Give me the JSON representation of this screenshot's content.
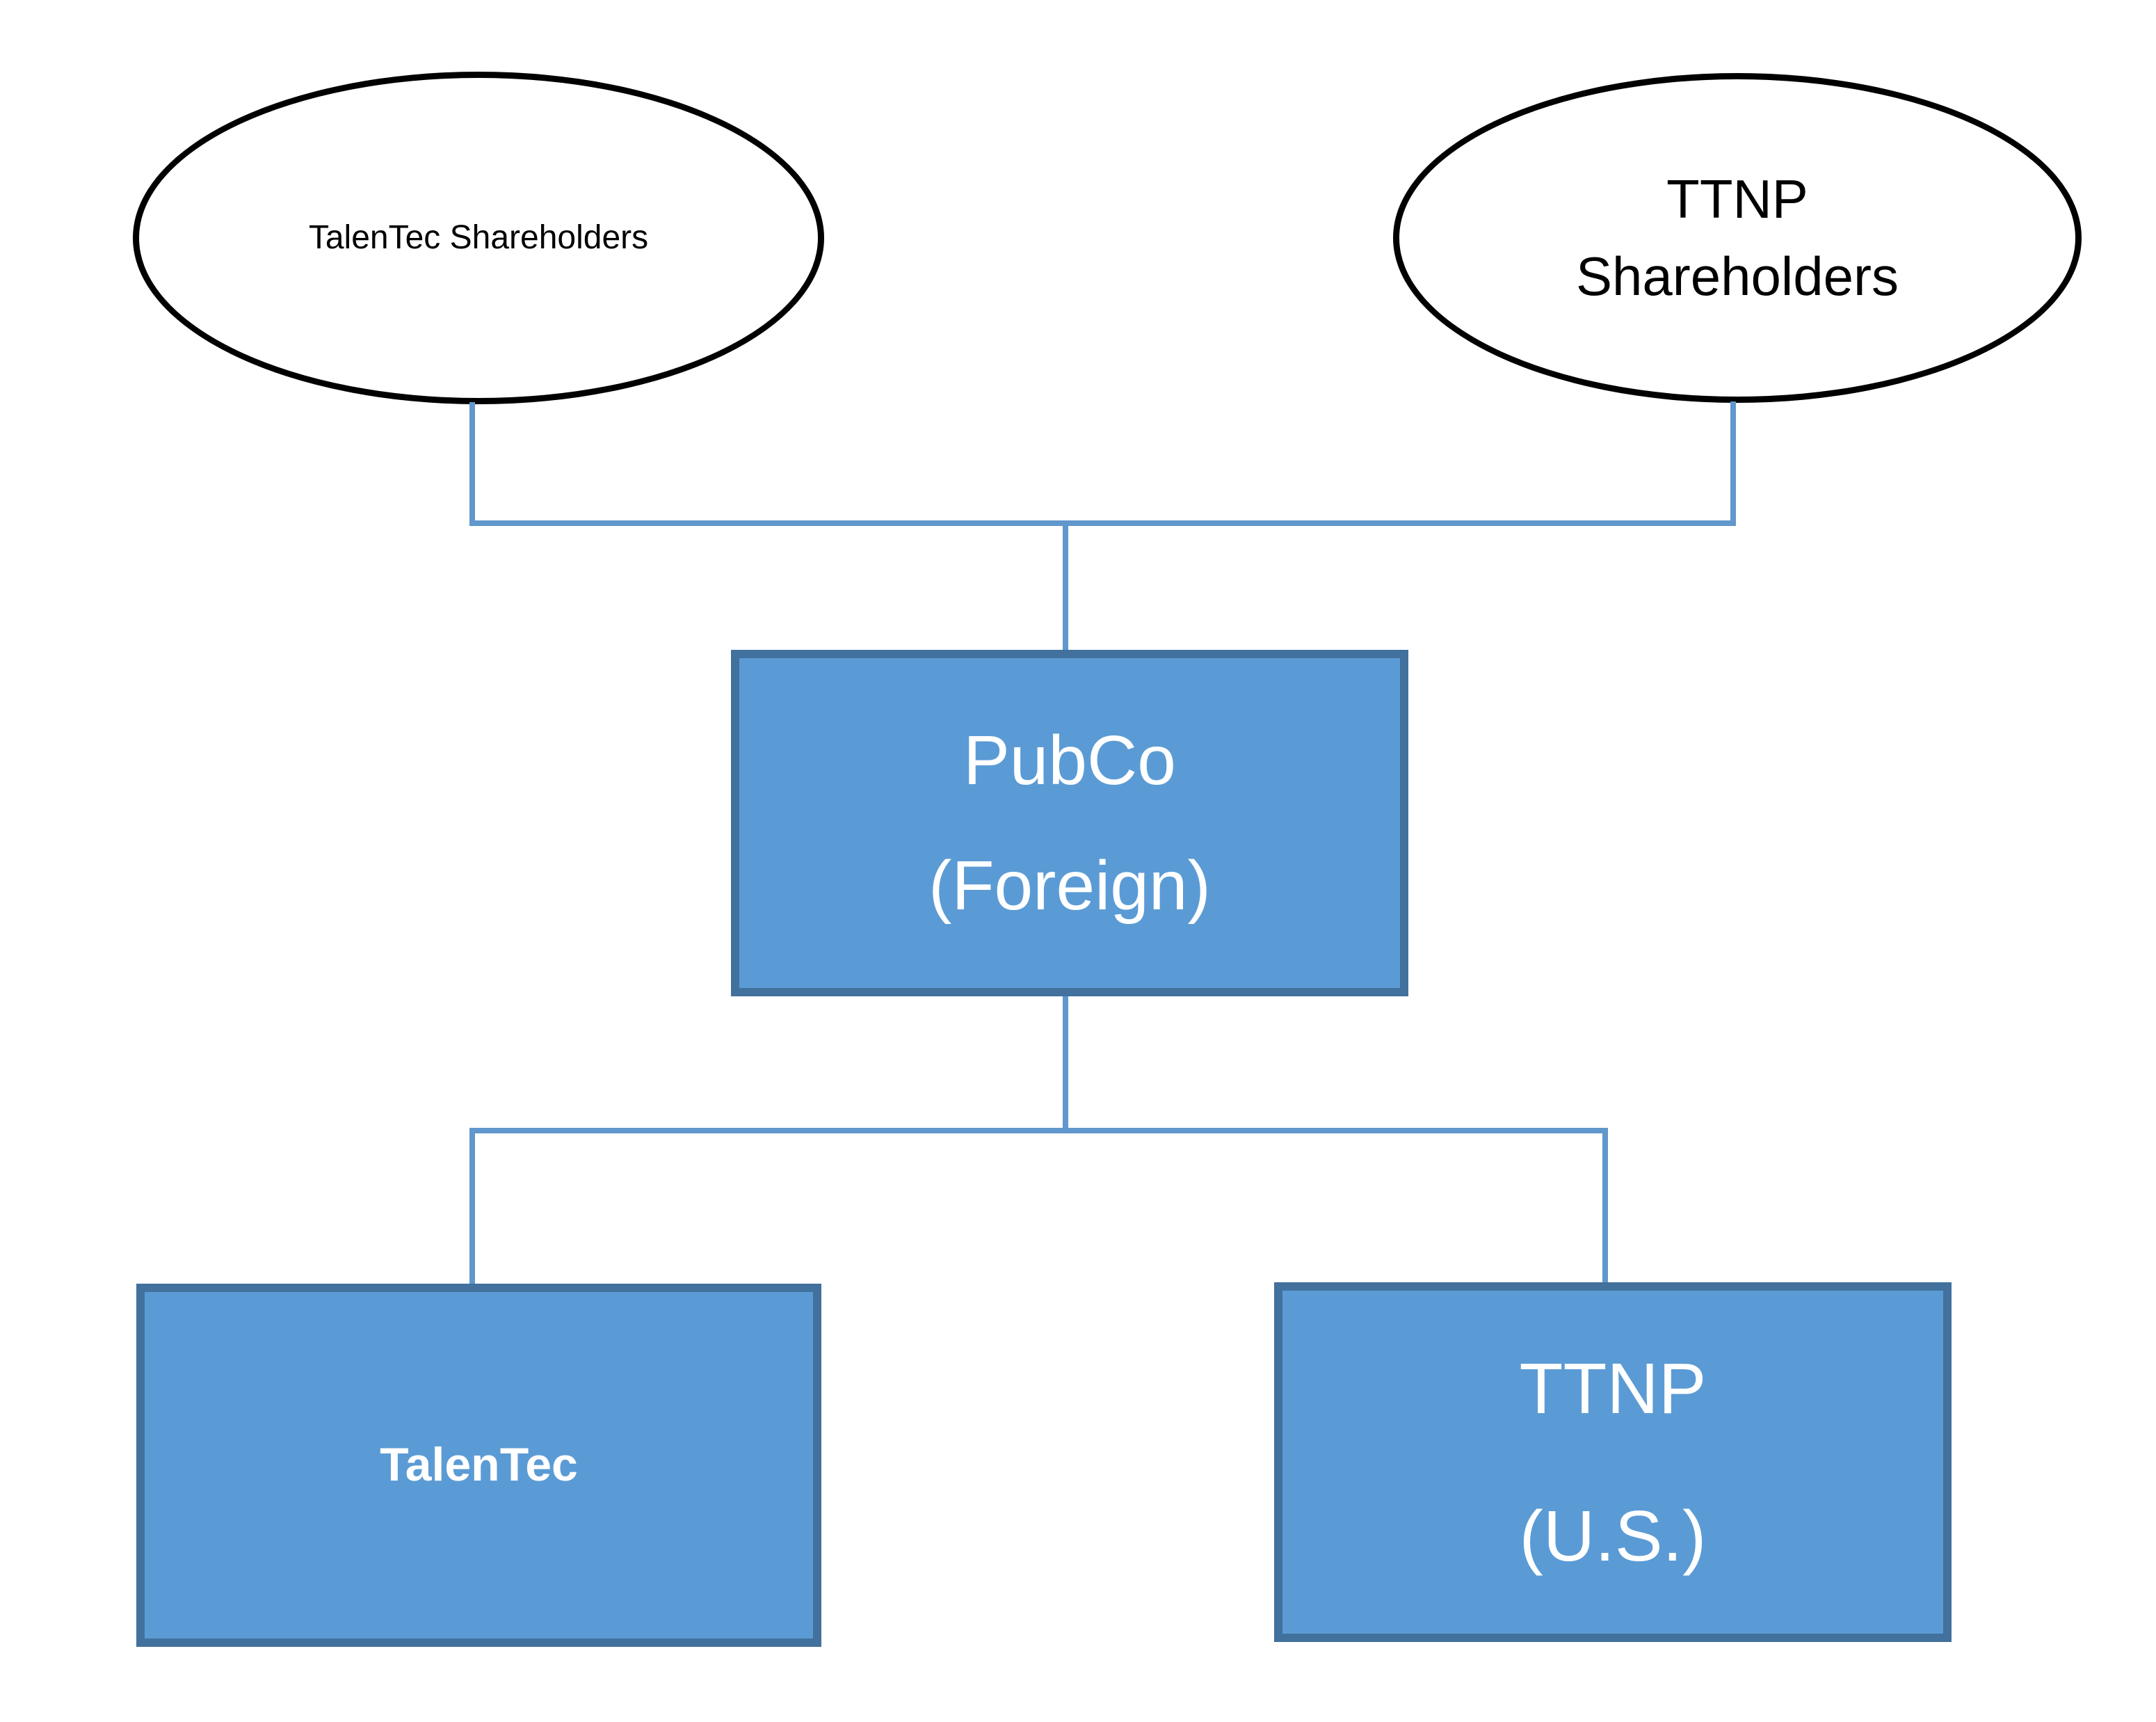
{
  "nodes": {
    "talentec_shareholders": {
      "shape": "ellipse",
      "label": "TalenTec Shareholders"
    },
    "ttnp_shareholders": {
      "shape": "ellipse",
      "lines": [
        "TTNP",
        "Shareholders"
      ]
    },
    "pubco": {
      "shape": "rect",
      "lines": [
        "PubCo",
        "(Foreign)"
      ]
    },
    "talentec": {
      "shape": "rect",
      "label": "TalenTec"
    },
    "ttnp_us": {
      "shape": "rect",
      "lines": [
        "TTNP",
        "(U.S.)"
      ]
    }
  },
  "edges": [
    {
      "from": "TalenTec Shareholders",
      "to": "PubCo (Foreign)"
    },
    {
      "from": "TTNP Shareholders",
      "to": "PubCo (Foreign)"
    },
    {
      "from": "PubCo (Foreign)",
      "to": "TalenTec"
    },
    {
      "from": "PubCo (Foreign)",
      "to": "TTNP (U.S.)"
    }
  ],
  "colors": {
    "background": "#FFFFFF",
    "box_fill": "#5B9BD5",
    "box_border": "#41719C",
    "connector": "#6097CC",
    "ellipse_border": "#000000",
    "ellipse_fill": "#FFFFFF",
    "box_text": "#FFFFFF",
    "ellipse_text": "#000000"
  }
}
